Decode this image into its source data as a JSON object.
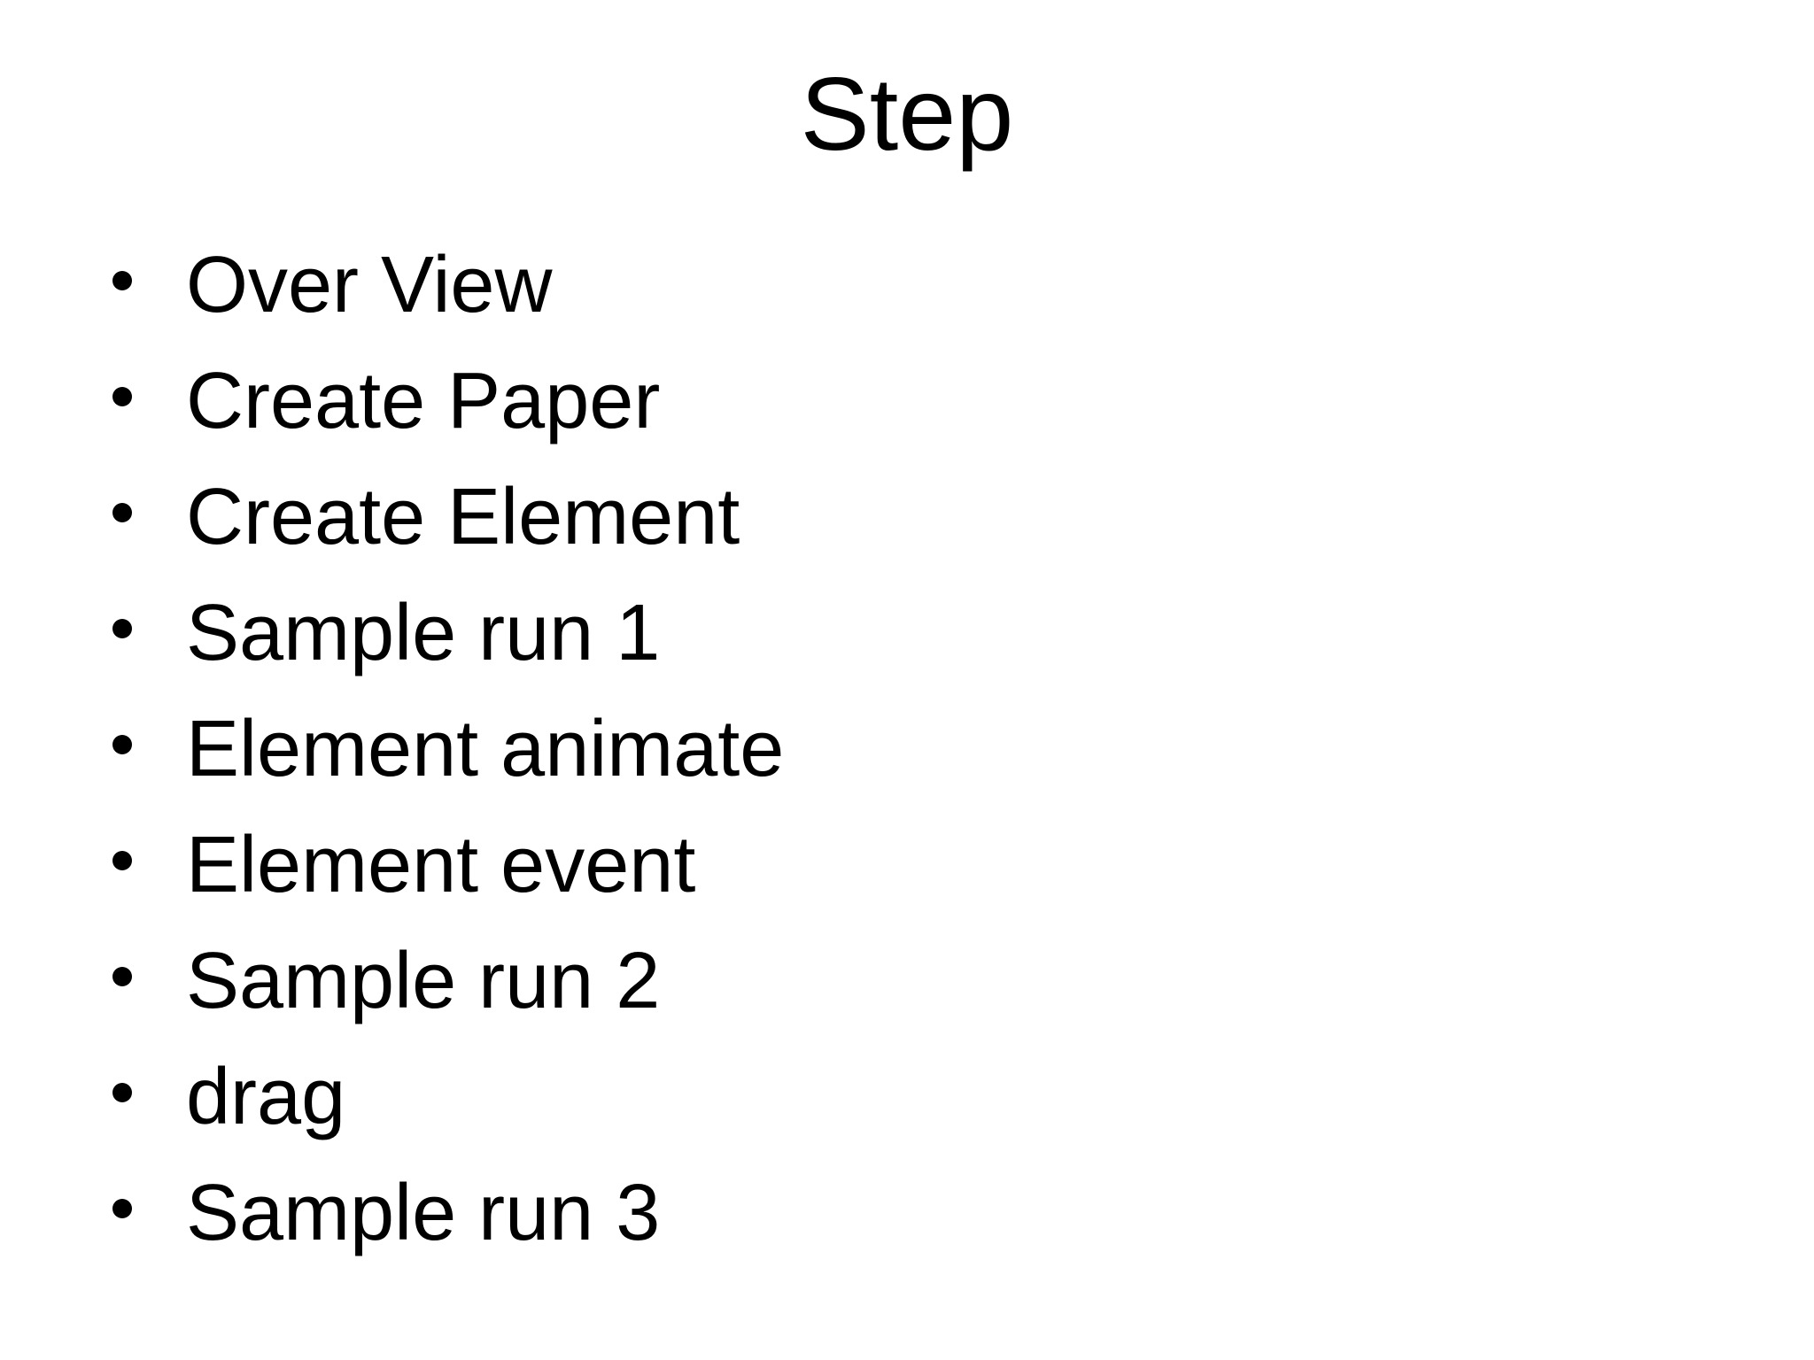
{
  "title": "Step",
  "bullets": {
    "glyph": "•",
    "items": [
      "Over View",
      "Create Paper",
      "Create Element",
      "Sample run 1",
      "Element animate",
      "Element event",
      "Sample run 2",
      "drag",
      "Sample run 3"
    ]
  },
  "colors": {
    "background": "#ffffff",
    "text": "#000000"
  }
}
